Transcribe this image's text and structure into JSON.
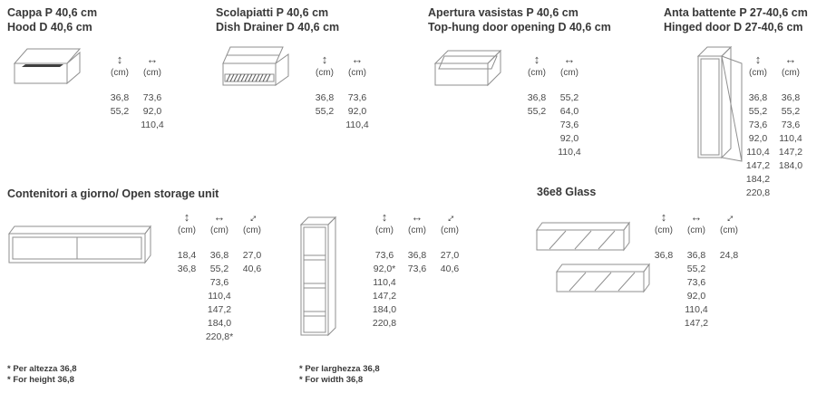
{
  "page": {
    "background": "#ffffff",
    "text_color": "#3a3a3a",
    "line_color": "#8f8f8f",
    "accent_dark": "#3f3f3f"
  },
  "icons": {
    "height_arrow": "↕",
    "width_arrow": "↔",
    "depth_arrow": "↔"
  },
  "unit_label": "(cm)",
  "sections": {
    "hood": {
      "title_it": "Cappa P 40,6 cm",
      "title_en": "Hood D 40,6 cm",
      "heights": [
        "36,8",
        "55,2"
      ],
      "widths": [
        "73,6",
        "92,0",
        "110,4"
      ]
    },
    "dish_drainer": {
      "title_it": "Scolapiatti P 40,6 cm",
      "title_en": "Dish Drainer D 40,6 cm",
      "heights": [
        "36,8",
        "55,2"
      ],
      "widths": [
        "73,6",
        "92,0",
        "110,4"
      ]
    },
    "top_hung_door": {
      "title_it": "Apertura vasistas P 40,6 cm",
      "title_en": "Top-hung door opening D 40,6 cm",
      "heights": [
        "36,8",
        "55,2"
      ],
      "widths": [
        "55,2",
        "64,0",
        "73,6",
        "92,0",
        "110,4"
      ]
    },
    "hinged_door": {
      "title_it": "Anta battente P 27-40,6 cm",
      "title_en": "Hinged door D 27-40,6 cm",
      "heights": [
        "36,8",
        "55,2",
        "73,6",
        "92,0",
        "110,4",
        "147,2",
        "184,2",
        "220,8"
      ],
      "widths": [
        "36,8",
        "55,2",
        "73,6",
        "110,4",
        "147,2",
        "184,0"
      ]
    },
    "open_storage": {
      "title": "Contenitori a giorno/ Open storage unit",
      "horizontal": {
        "heights": [
          "18,4",
          "36,8"
        ],
        "widths": [
          "36,8",
          "55,2",
          "73,6",
          "110,4",
          "147,2",
          "184,0",
          "220,8*"
        ],
        "depths": [
          "27,0",
          "40,6"
        ],
        "footnote_it": "* Per altezza 36,8",
        "footnote_en": "* For height 36,8"
      },
      "vertical": {
        "heights": [
          "73,6",
          "92,0*",
          "110,4",
          "147,2",
          "184,0",
          "220,8"
        ],
        "widths": [
          "36,8",
          "73,6"
        ],
        "depths": [
          "27,0",
          "40,6"
        ],
        "footnote_it": "* Per larghezza 36,8",
        "footnote_en": "* For width 36,8"
      }
    },
    "glass": {
      "title": "36e8 Glass",
      "heights": [
        "36,8"
      ],
      "widths": [
        "36,8",
        "55,2",
        "73,6",
        "92,0",
        "110,4",
        "147,2"
      ],
      "depths": [
        "24,8"
      ]
    }
  }
}
